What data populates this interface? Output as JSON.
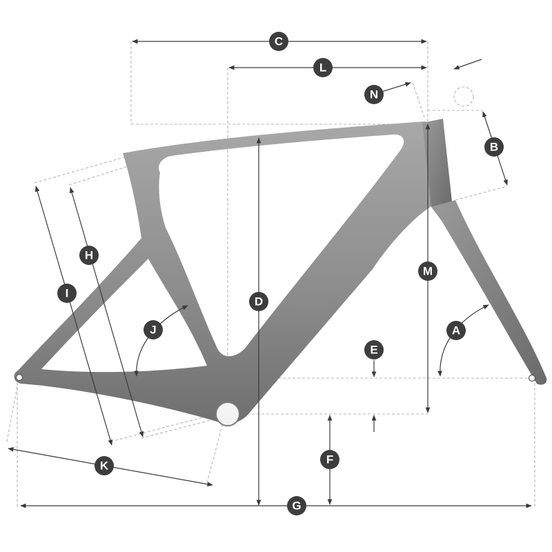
{
  "badges": {
    "A": "A",
    "B": "B",
    "C": "C",
    "D": "D",
    "E": "E",
    "F": "F",
    "G": "G",
    "H": "H",
    "I": "I",
    "J": "J",
    "K": "K",
    "L": "L",
    "M": "M",
    "N": "N"
  },
  "colors": {
    "frame_light": "#9c9c9c",
    "frame_dark": "#6e6e6e",
    "badge": "#3d3d3d",
    "dimension_line": "#3a3a3a",
    "dashed_guide": "#b4b4b4"
  }
}
